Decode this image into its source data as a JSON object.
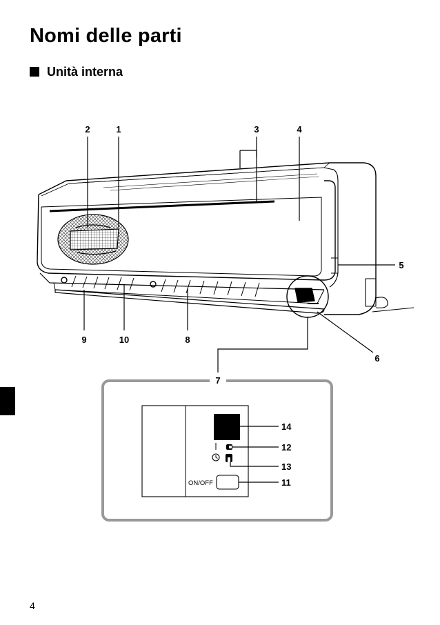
{
  "page": {
    "title": "Nomi delle parti",
    "section": "Unità interna",
    "page_number": "4"
  },
  "callouts": {
    "c1": "1",
    "c2": "2",
    "c3": "3",
    "c4": "4",
    "c5": "5",
    "c6": "6",
    "c7": "7",
    "c8": "8",
    "c9": "9",
    "c10": "10",
    "c11": "11",
    "c12": "12",
    "c13": "13",
    "c14": "14"
  },
  "panel": {
    "onoff_label": "ON/OFF",
    "timer_icon": "clock-icon"
  }
}
